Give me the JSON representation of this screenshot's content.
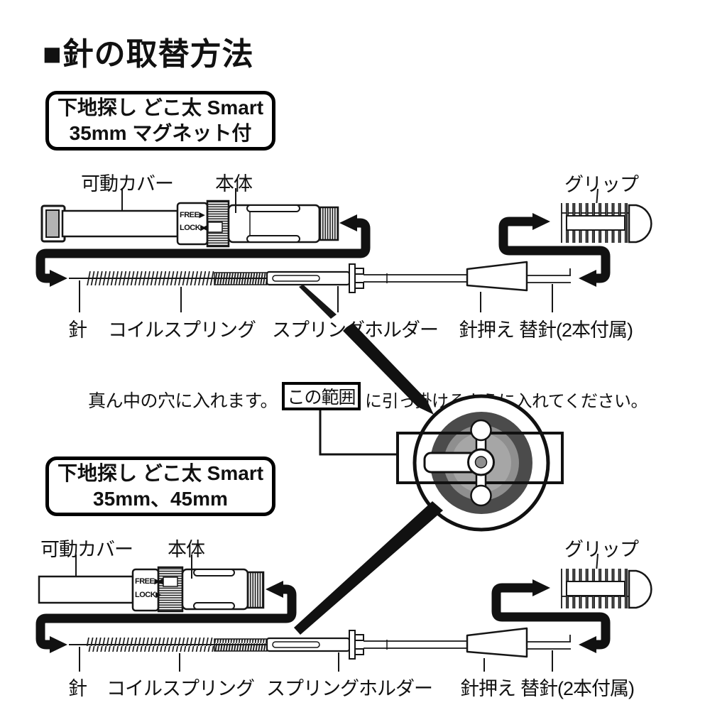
{
  "title": "■針の取替方法",
  "top": {
    "model": {
      "line1": "下地探し どこ太 Smart",
      "line2": "35mm マグネット付"
    },
    "labels": {
      "cover": "可動カバー",
      "body": "本体",
      "grip": "グリップ",
      "needle": "針",
      "coil": "コイルスプリング",
      "holder": "スプリングホルダー",
      "presser": "針押え",
      "spare": "替針(2本付属)"
    },
    "markings": {
      "free": "FREE▶",
      "lock": "LOCK▶",
      "indicator": "◀"
    }
  },
  "note": {
    "lead": "真ん中の穴に入れます。",
    "boxed": "この範囲",
    "tail": "に引っ掛けるように入れてください。"
  },
  "bottom": {
    "model": {
      "line1": "下地探し どこ太 Smart",
      "line2": "35mm、45mm"
    },
    "labels": {
      "cover": "可動カバー",
      "body": "本体",
      "grip": "グリップ",
      "needle": "針",
      "coil": "コイルスプリング",
      "holder": "スプリングホルダー",
      "presser": "針押え",
      "spare": "替針(2本付属)"
    },
    "markings": {
      "free": "FREE▶",
      "lock": "LOCK▶",
      "indicator": "◀"
    }
  },
  "colors": {
    "ink": "#161616",
    "dark_ring": "#4b4b4b",
    "mid_gray": "#8f8f8f",
    "light_gray": "#a6a6a6",
    "magnet_gray": "#b3b3b3"
  }
}
